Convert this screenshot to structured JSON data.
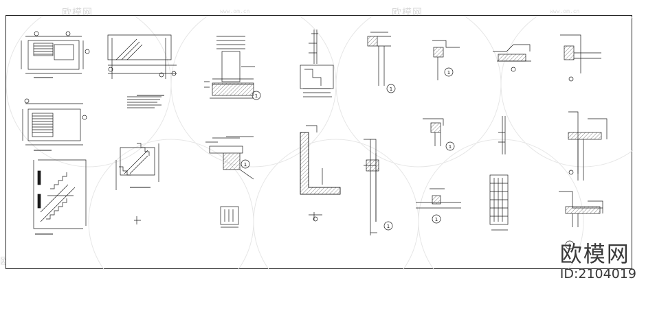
{
  "watermark": {
    "site_name": "欧模网",
    "url": "www.om.cn"
  },
  "brand": {
    "name": "欧模网",
    "id_text": "ID:2104019"
  },
  "drawing": {
    "detail_marker": "1",
    "colors": {
      "ink": "#1a1a1a",
      "hatch": "#555555",
      "watermark": "#d9d9d9"
    }
  }
}
